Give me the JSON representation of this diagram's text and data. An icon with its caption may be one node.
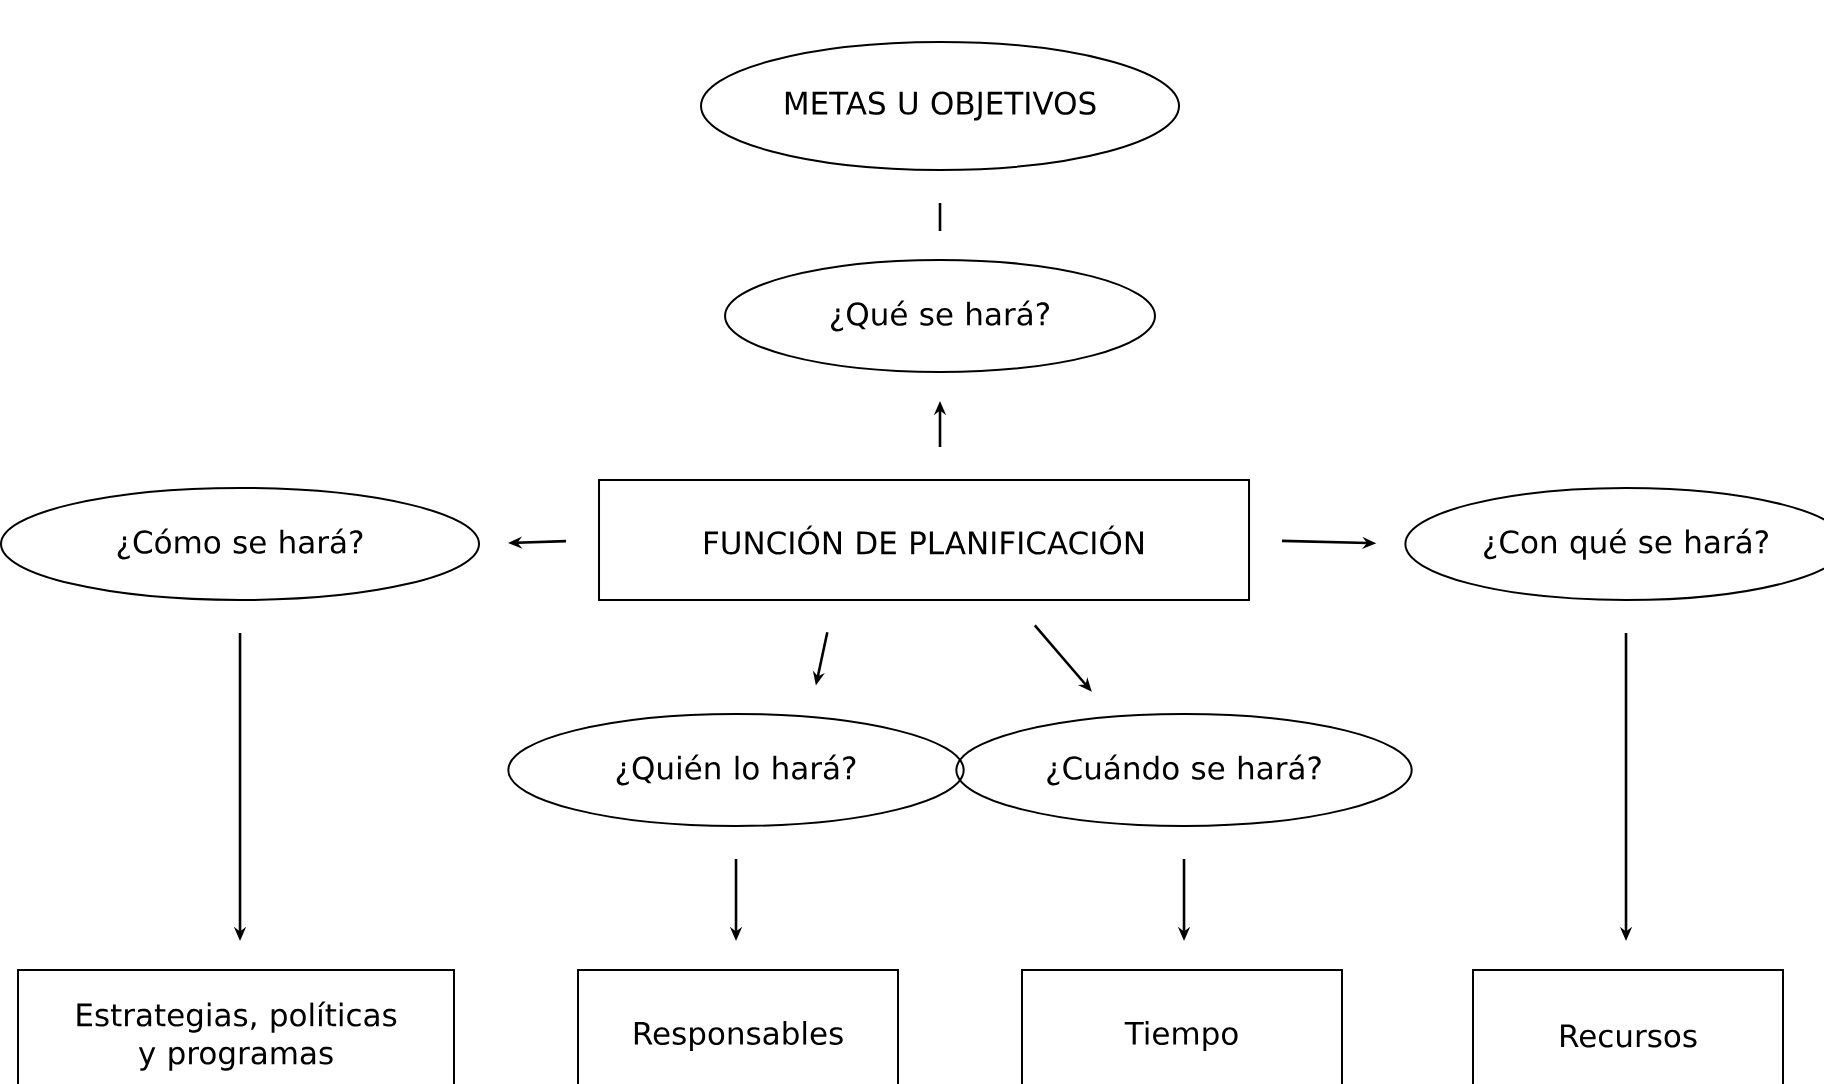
{
  "diagram": {
    "nodes": [
      {
        "text": [
          "METAS U OBJETIVOS"
        ]
      },
      {
        "text": [
          "¿Qué se hará?"
        ]
      },
      {
        "text": [
          "FUNCIÓN DE PLANIFICACIÓN"
        ]
      },
      {
        "text": [
          "¿Cómo se hará?"
        ]
      },
      {
        "text": [
          "¿Con qué se hará?"
        ]
      },
      {
        "text": [
          "¿Quién lo hará?"
        ]
      },
      {
        "text": [
          "¿Cuándo se hará?"
        ]
      },
      {
        "text": [
          "Estrategias, políticas y programas"
        ]
      },
      {
        "text": [
          "Responsables"
        ]
      },
      {
        "text": [
          "Tiempo"
        ]
      },
      {
        "text": [
          "Recursos"
        ]
      }
    ],
    "edges": [
      {
        "from": 0,
        "to": 1,
        "arrow": "none"
      },
      {
        "from": 2,
        "to": 1,
        "arrow": "to"
      },
      {
        "from": 2,
        "to": 3,
        "arrow": "to"
      },
      {
        "from": 2,
        "to": 4,
        "arrow": "to"
      },
      {
        "from": 2,
        "to": 5,
        "arrow": "to"
      },
      {
        "from": 2,
        "to": 6,
        "arrow": "to"
      },
      {
        "from": 3,
        "to": 7,
        "arrow": "to"
      },
      {
        "from": 5,
        "to": 8,
        "arrow": "to"
      },
      {
        "from": 6,
        "to": 9,
        "arrow": "to"
      },
      {
        "from": 4,
        "to": 10,
        "arrow": "to"
      }
    ]
  }
}
